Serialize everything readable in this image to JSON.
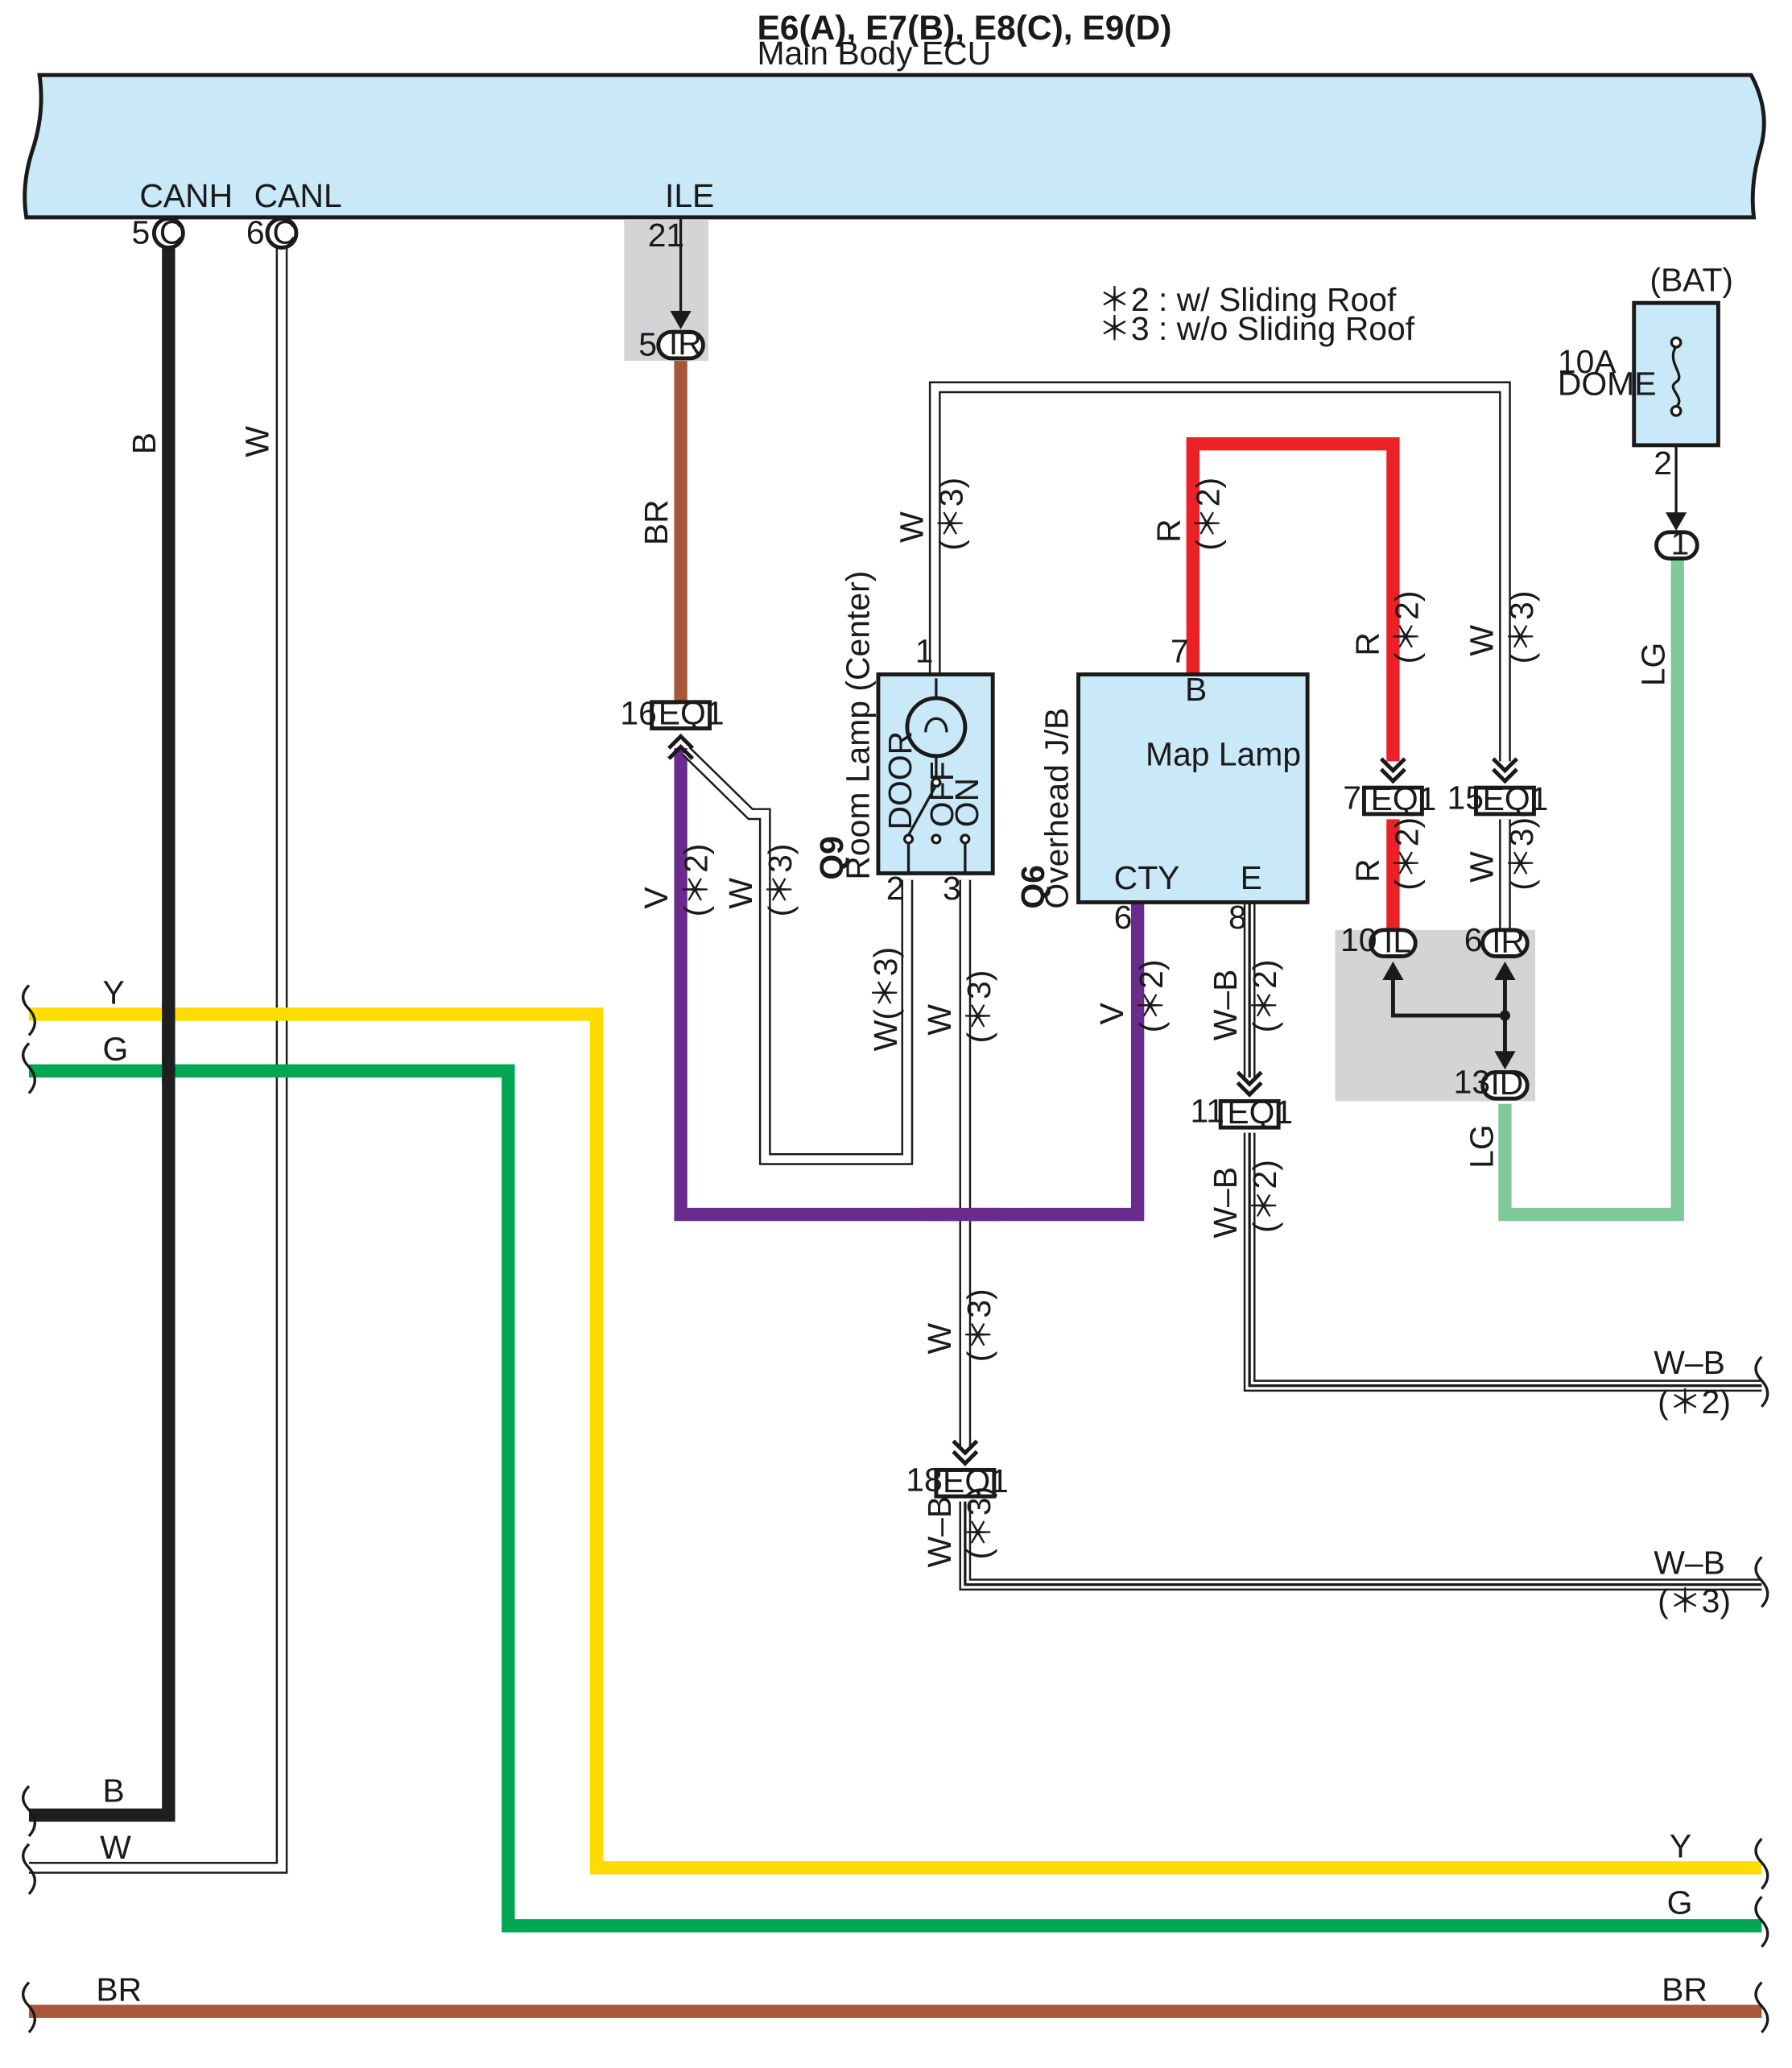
{
  "ecu": {
    "title": "E6(A), E7(B), E8(C), E9(D)",
    "subtitle": "Main Body ECU",
    "canh": "CANH",
    "canl": "CANL",
    "ile": "ILE",
    "canh_pin": "5",
    "canh_conn": "C",
    "canl_pin": "6",
    "canl_conn": "C",
    "ile_pin": "21"
  },
  "notes": {
    "n2": "＊2 : w/ Sliding Roof",
    "n3": "＊3 : w/o Sliding Roof"
  },
  "fuse": {
    "bat": "(BAT)",
    "amp": "10A",
    "name": "DOME",
    "pin": "2",
    "conn_pin": "1"
  },
  "ir_top": {
    "pin": "5",
    "conn": "IR"
  },
  "eq1": {
    "name": "EQ1",
    "p16": "16",
    "p7": "7",
    "p15": "15",
    "p11": "11",
    "p18": "18"
  },
  "q9": {
    "code": "Q9",
    "name": "Room Lamp (Center)",
    "pin1": "1",
    "pin2": "2",
    "pin3": "3",
    "door": "DOOR",
    "off": "OFF",
    "on": "ON"
  },
  "q6": {
    "code": "Q6",
    "name": "Overhead J/B",
    "body": "Map Lamp",
    "b": "B",
    "cty": "CTY",
    "e": "E",
    "pin7": "7",
    "pin6": "6",
    "pin8": "8"
  },
  "junction": {
    "il_pin": "10",
    "il": "IL",
    "ir_pin": "6",
    "ir": "IR",
    "id_pin": "13",
    "id": "ID"
  },
  "wires": {
    "B": "B",
    "W": "W",
    "BR": "BR",
    "R": "R",
    "LG": "LG",
    "V": "V",
    "WB": "W–B",
    "Y": "Y",
    "G": "G",
    "s2": "(＊2)",
    "s3": "(＊3)",
    "Ws3": "W(＊3)"
  },
  "colors": {
    "ecu_fill": "#c9e8f8",
    "black": "#1f1f1f",
    "white_wire": "#ffffff",
    "brown": "#a8573a",
    "red": "#ec2127",
    "green_light": "#7fc99a",
    "purple": "#6a2c8c",
    "yellow": "#ffdc00",
    "green": "#00a651",
    "gray_zone": "#d4d4d6"
  }
}
